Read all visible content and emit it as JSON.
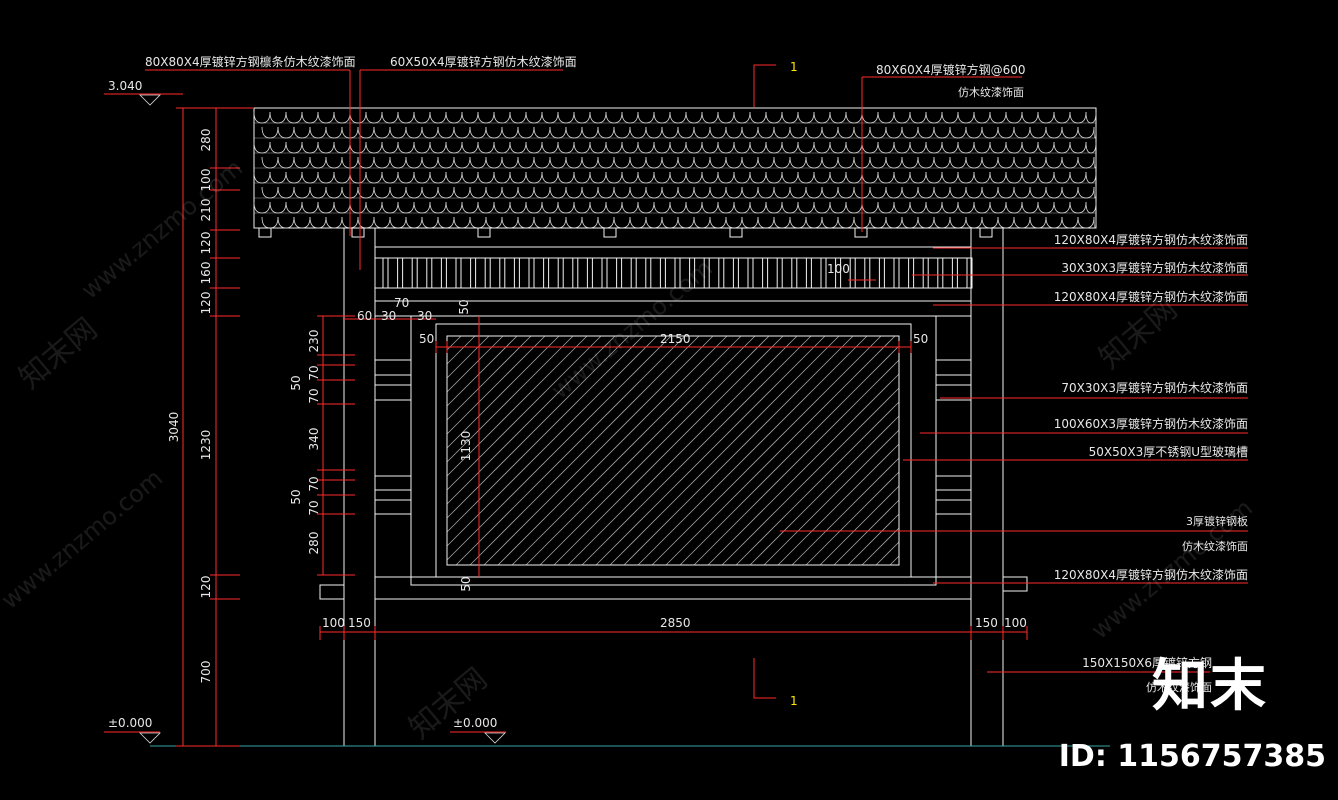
{
  "drawing": {
    "section_mark": "1",
    "level_top": "3.040",
    "level_ground_left": "±0.000",
    "level_ground_mid": "±0.000"
  },
  "callouts_top": [
    {
      "id": "c1",
      "text": "80X80X4厚镀锌方钢檩条仿木纹漆饰面"
    },
    {
      "id": "c2",
      "text": "60X50X4厚镀锌方钢仿木纹漆饰面"
    },
    {
      "id": "c3a",
      "text": "80X60X4厚镀锌方钢@600"
    },
    {
      "id": "c3b",
      "text": "仿木纹漆饰面"
    }
  ],
  "callouts_right": [
    {
      "id": "r1",
      "text": "120X80X4厚镀锌方钢仿木纹漆饰面"
    },
    {
      "id": "r2",
      "text": "30X30X3厚镀锌方钢仿木纹漆饰面"
    },
    {
      "id": "r3",
      "text": "120X80X4厚镀锌方钢仿木纹漆饰面"
    },
    {
      "id": "r4",
      "text": "70X30X3厚镀锌方钢仿木纹漆饰面"
    },
    {
      "id": "r5",
      "text": "100X60X3厚镀锌方钢仿木纹漆饰面"
    },
    {
      "id": "r6",
      "text": "50X50X3厚不锈钢U型玻璃槽"
    },
    {
      "id": "r7a",
      "text": "3厚镀锌钢板"
    },
    {
      "id": "r7b",
      "text": "仿木纹漆饰面"
    },
    {
      "id": "r8",
      "text": "120X80X4厚镀锌方钢仿木纹漆饰面"
    },
    {
      "id": "r9a",
      "text": "150X150X6厚镀锌方钢"
    },
    {
      "id": "r9b",
      "text": "仿木纹漆饰面"
    }
  ],
  "dims_left_outer": [
    "3040"
  ],
  "dims_left_inner": [
    "280",
    "100",
    "210",
    "120",
    "160",
    "120",
    "1230",
    "120",
    "700"
  ],
  "dims_panel_left": [
    "230",
    "50",
    "70",
    "70",
    "340",
    "50",
    "70",
    "70",
    "280"
  ],
  "dims_top_small": [
    "60",
    "30",
    "70",
    "30",
    "50"
  ],
  "dims_panel": {
    "inner_width": "2150",
    "left_50": "50",
    "right_50": "50",
    "height": "1130",
    "bottom_50": "50",
    "purlin_gap": "100"
  },
  "dims_bottom": [
    "100",
    "150",
    "2850",
    "150",
    "100"
  ],
  "watermark": {
    "brand": "知末网",
    "site": "www.znzmo.com",
    "logo": "知末",
    "id": "ID: 1156757385"
  }
}
